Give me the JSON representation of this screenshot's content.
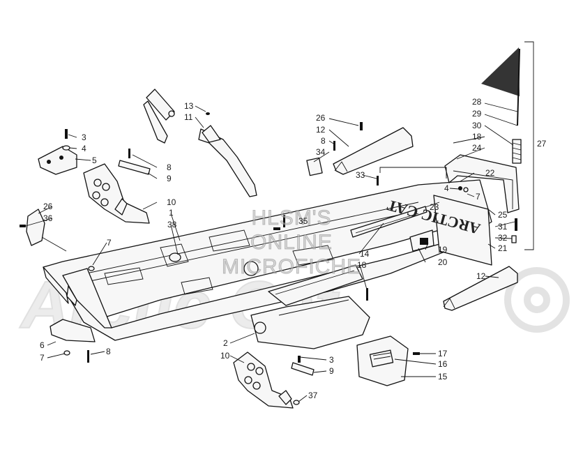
{
  "watermark": {
    "lines": [
      "HLSM'S",
      "ONLINE",
      "MICROFICHE"
    ],
    "brand": "Arctic Cat"
  },
  "plate_text": "ARCTIC CAT",
  "callouts": {
    "c3a": "3",
    "c4a": "4",
    "c5": "5",
    "c8a": "8",
    "c9a": "9",
    "c10a": "10",
    "c1": "1",
    "c38": "38",
    "c26a": "26",
    "c36": "36",
    "c7a": "7",
    "c6": "6",
    "c7b": "7",
    "c8b": "8",
    "c13": "13",
    "c11": "11",
    "c26b": "26",
    "c12a": "12",
    "c8c": "8",
    "c34": "34",
    "c33": "33",
    "c35": "35",
    "c28": "28",
    "c29": "29",
    "c30": "30",
    "c18a": "18",
    "c24": "24",
    "c27": "27",
    "c22": "22",
    "c4b": "4",
    "c7c": "7",
    "c23": "23",
    "c25": "25",
    "c31": "31",
    "c32": "32",
    "c21": "21",
    "c14": "14",
    "c19": "19",
    "c20": "20",
    "c18b": "18",
    "c12b": "12",
    "c2": "2",
    "c10b": "10",
    "c3b": "3",
    "c9b": "9",
    "c37": "37",
    "c17": "17",
    "c16": "16",
    "c15": "15"
  }
}
